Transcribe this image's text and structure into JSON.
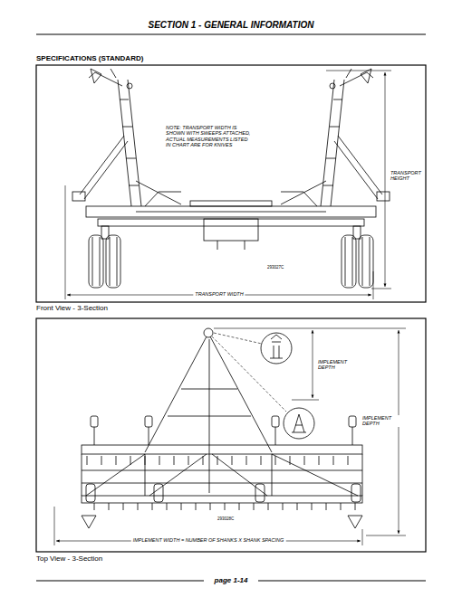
{
  "diagram": {
    "title": "SECTION 1 - GENERAL INFORMATION",
    "labels": [
      "SPECIFICATIONS (STANDARD)",
      "NOTE: TRANSPORT WIDTH IS SHOWN WITH SWEEPS ATTACHED, ACTUAL MEASUREMENTS LISTED IN CHART ARE FOR KNIVES",
      "TRANSPORT HEIGHT",
      "293027C",
      "TRANSPORT WIDTH",
      "Front View - 3-Section",
      "IMPLEMENT DEPTH",
      "IMPLEMENT DEPTH",
      "293028C",
      "IMPLEMENT WIDTH = NUMBER OF SHANKS X SHANK SPACING",
      "Top View - 3-Section",
      "page 1-14"
    ]
  }
}
